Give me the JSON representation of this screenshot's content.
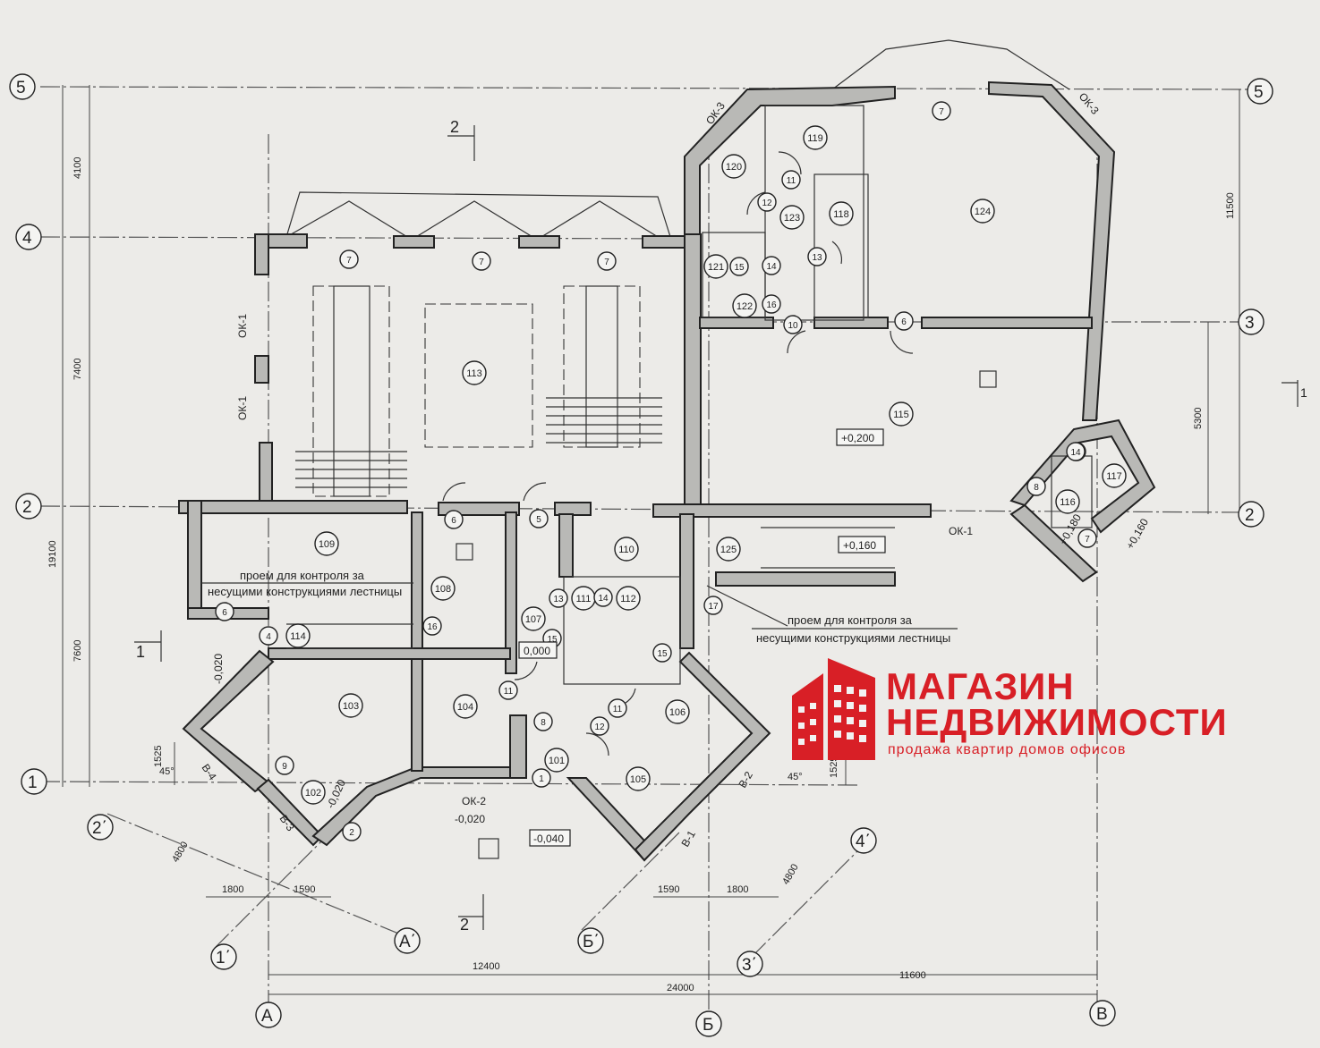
{
  "plan": {
    "grid_axes": {
      "numeric": [
        "5",
        "4",
        "3",
        "2",
        "1"
      ],
      "letters": [
        "А",
        "Б",
        "В"
      ],
      "diagonal": [
        "1΄",
        "2΄",
        "3΄",
        "4΄",
        "А΄",
        "Б΄"
      ]
    },
    "dimensions": {
      "left": [
        "4100",
        "7400",
        "19100",
        "7600",
        "1525"
      ],
      "right": [
        "11500",
        "5300",
        "1525"
      ],
      "bottom": [
        "4800",
        "1800",
        "1590",
        "1590",
        "1800",
        "4800",
        "12400",
        "11600",
        "24000"
      ]
    },
    "rooms": [
      "101",
      "102",
      "103",
      "104",
      "105",
      "106",
      "107",
      "108",
      "109",
      "110",
      "111",
      "112",
      "113",
      "114",
      "115",
      "116",
      "117",
      "118",
      "119",
      "120",
      "121",
      "122",
      "123",
      "124",
      "125"
    ],
    "doors": [
      "1",
      "2",
      "4",
      "5",
      "6",
      "6",
      "6",
      "7",
      "7",
      "7",
      "7",
      "7",
      "8",
      "8",
      "9",
      "10",
      "11",
      "11",
      "11",
      "12",
      "12",
      "13",
      "13",
      "13",
      "14",
      "14",
      "14",
      "15",
      "15",
      "15",
      "16",
      "16",
      "17",
      "17"
    ],
    "levels": [
      "0,000",
      "+0,200",
      "+0,160",
      "+0,180",
      "+0,160",
      "-0,020",
      "-0,040",
      "-0,020",
      "-0,020"
    ],
    "openings": [
      "ОК-1",
      "ОК-1",
      "ОК-1",
      "ОК-2",
      "ОК-3",
      "ОК-3",
      "В-1",
      "В-2",
      "В-3",
      "В-4"
    ],
    "section_marks": [
      "2",
      "2",
      "1",
      "1"
    ],
    "angle_labels": [
      "45°",
      "45°"
    ],
    "note_left": [
      "проем для контроля за",
      "несущими конструкциями лестницы"
    ],
    "note_right": [
      "проем для контроля за",
      "несущими конструкциями лестницы"
    ]
  },
  "watermark": {
    "line1": "МАГАЗИН",
    "line2": "НЕДВИЖИМОСТИ",
    "tagline": "продажа квартир домов офисов",
    "color": "#d81f26"
  }
}
